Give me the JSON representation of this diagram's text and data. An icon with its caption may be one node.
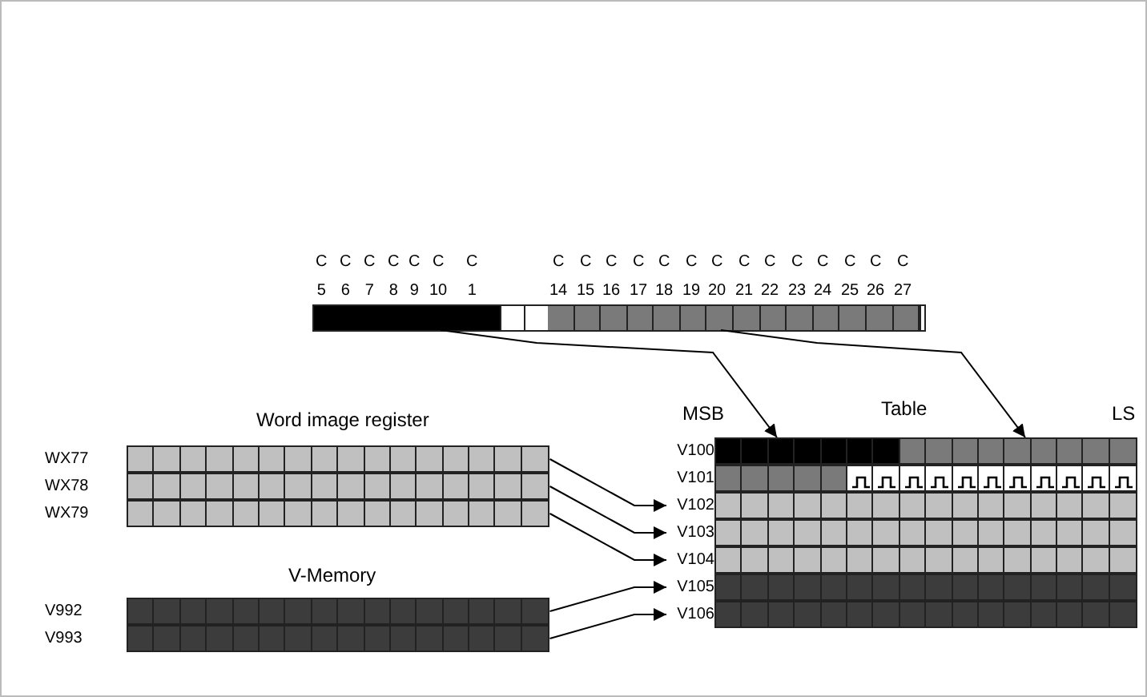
{
  "diagram": {
    "nodes": [
      {
        "text": [],
        "shape": "bar"
      },
      {
        "text": [],
        "shape": "bar"
      },
      {
        "text": [
          "Word image register"
        ]
      },
      {
        "text": [],
        "shape": "bar",
        "in": 2,
        "beside": [
          "WX77"
        ]
      },
      {
        "text": [],
        "shape": "bar",
        "in": 2,
        "beside": [
          "WX78"
        ]
      },
      {
        "text": [],
        "shape": "bar",
        "in": 2,
        "beside": [
          "WX79"
        ]
      },
      {
        "text": [
          "V-Memory"
        ]
      },
      {
        "text": [],
        "shape": "bar",
        "in": 6,
        "beside": [
          "V992"
        ]
      },
      {
        "text": [],
        "shape": "bar",
        "in": 6,
        "beside": [
          "V993"
        ]
      },
      {
        "text": [
          "Table"
        ]
      },
      {
        "text": [],
        "shape": "bar",
        "in": 9,
        "beside": [
          "V100"
        ]
      },
      {
        "text": [],
        "shape": "bar",
        "in": 9,
        "beside": [
          "V101"
        ]
      },
      {
        "text": [],
        "shape": "bar",
        "in": 9,
        "beside": [
          "V102"
        ]
      },
      {
        "text": [],
        "shape": "bar",
        "in": 9,
        "beside": [
          "V103"
        ]
      },
      {
        "text": [],
        "shape": "bar",
        "in": 9,
        "beside": [
          "V104"
        ]
      },
      {
        "text": [],
        "shape": "bar",
        "in": 9,
        "beside": [
          "V105"
        ]
      },
      {
        "text": [],
        "shape": "bar",
        "in": 9,
        "beside": [
          "V106"
        ]
      }
    ],
    "edges": [
      {
        "from": 0,
        "to": 10,
        "arrow": "to"
      },
      {
        "from": 1,
        "to": 10,
        "arrow": "to"
      },
      {
        "from": 3,
        "to": 12,
        "arrow": "to"
      },
      {
        "from": 4,
        "to": 13,
        "arrow": "to"
      },
      {
        "from": 5,
        "to": 14,
        "arrow": "to"
      },
      {
        "from": 7,
        "to": 15,
        "arrow": "to"
      },
      {
        "from": 8,
        "to": 16,
        "arrow": "to"
      }
    ],
    "labels": [
      "C 5",
      "C 6",
      "C 7",
      "C 8",
      "C 9",
      "C 10",
      "C 1",
      "C 14",
      "C 15",
      "C 16",
      "C 17",
      "C 18",
      "C 19",
      "C 20",
      "C 21",
      "C 22",
      "C 23",
      "C 24",
      "C 25",
      "C 26",
      "C 27",
      "MSB",
      "LS"
    ]
  }
}
